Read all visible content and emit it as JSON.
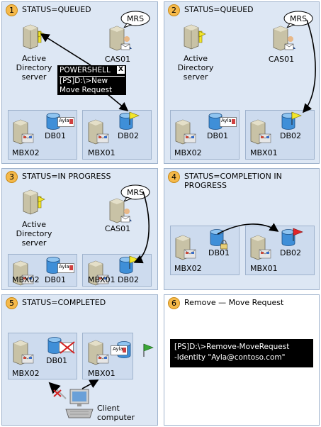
{
  "panels": [
    {
      "num": "1",
      "title": "STATUS=QUEUED",
      "ad": "Active\nDirectory\nserver",
      "cas": "CAS01",
      "mrs": "MRS",
      "mbx_left": "MBX02",
      "db_left": "DB01",
      "mbx_right": "MBX01",
      "db_right": "DB02",
      "mailbox": "Ayla",
      "ps_title": "POWERSHELL",
      "ps_close": "X",
      "ps_body": "[PS]D:\\>New\nMove Request"
    },
    {
      "num": "2",
      "title": "STATUS=QUEUED",
      "ad": "Active\nDirectory\nserver",
      "cas": "CAS01",
      "mrs": "MRS",
      "mbx_left": "MBX02",
      "db_left": "DB01",
      "mbx_right": "MBX01",
      "db_right": "DB02",
      "mailbox": "Ayla"
    },
    {
      "num": "3",
      "title": "STATUS=IN PROGRESS",
      "ad": "Active\nDirectory\nserver",
      "cas": "CAS01",
      "mrs": "MRS",
      "mbx_left": "MBX02",
      "db_left": "DB01",
      "mbx_right": "MBX01",
      "db_right": "DB02",
      "mailbox": "Ayla"
    },
    {
      "num": "4",
      "title": "STATUS=COMPLETION IN\nPROGRESS",
      "mbx_left": "MBX02",
      "db_left": "DB01",
      "mbx_right": "MBX01",
      "db_right": "DB02"
    },
    {
      "num": "5",
      "title": "STATUS=COMPLETED",
      "mbx_left": "MBX02",
      "db_left": "DB01",
      "mbx_right": "MBX01",
      "mailbox": "Ayla",
      "client": "Client\ncomputer"
    },
    {
      "num": "6",
      "title": "Remove — Move Request",
      "cmd": "[PS]D:\\>Remove-MoveRequest\n-Identity \"Ayla@contoso.com\""
    }
  ],
  "colors": {
    "panel_bg": "#dde7f4",
    "inner_box": "#cddbee",
    "badge": "#f5b94a",
    "flag_yellow": "#f3e62a",
    "flag_red": "#e0252a",
    "flag_green": "#3aa637"
  }
}
